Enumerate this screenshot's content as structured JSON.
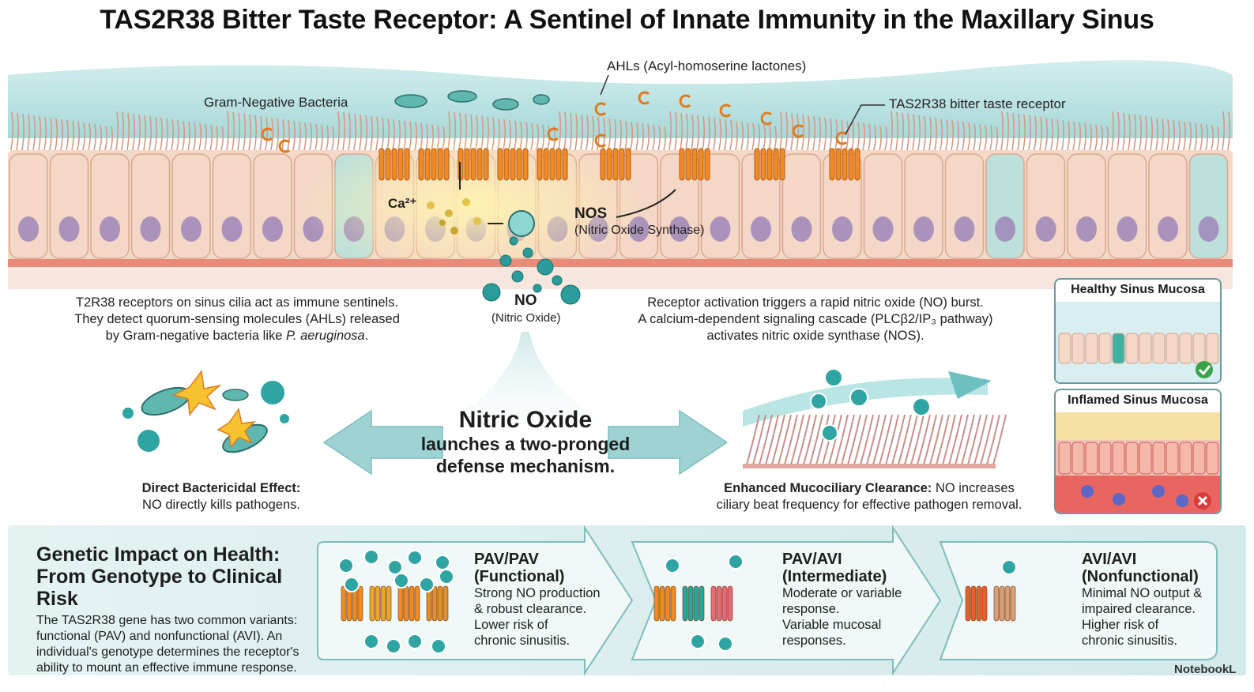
{
  "title": "TAS2R38 Bitter Taste Receptor: A Sentinel of Innate Immunity in the Maxillary Sinus",
  "labels": {
    "ahls": "AHLs (Acyl-homoserine lactones)",
    "gram_negative": "Gram-Negative Bacteria",
    "receptor": "TAS2R38 bitter taste receptor",
    "calcium": "Ca²⁺",
    "nos": "NOS",
    "nos_full": "(Nitric Oxide Synthase)",
    "no": "NO",
    "no_full": "(Nitric Oxide)",
    "no_molecule": "NO"
  },
  "paragraphs": {
    "left": [
      "T2R38 receptors on sinus cilia act as immune sentinels.",
      "They detect quorum-sensing molecules (AHLs) released",
      "by Gram-negative bacteria like "
    ],
    "left_italic": "P. aeruginosa",
    "left_end": ".",
    "right": [
      "Receptor activation triggers a rapid nitric oxide (NO) burst.",
      "A calcium-dependent signaling cascade (PLCβ2/IP₃ pathway)",
      "activates nitric oxide synthase (NOS)."
    ]
  },
  "center": {
    "title": "Nitric Oxide",
    "subtitle_1": "launches a two-pronged",
    "subtitle_2": "defense mechanism."
  },
  "effects": {
    "left_bold": "Direct Bactericidal Effect:",
    "left_text": "NO directly kills pathogens.",
    "right_bold": "Enhanced Mucociliary Clearance:",
    "right_text": " NO increases",
    "right_text_2": "ciliary beat frequency for effective pathogen removal."
  },
  "thumbnails": {
    "healthy": "Healthy Sinus Mucosa",
    "inflamed": "Inflamed Sinus Mucosa"
  },
  "genetic": {
    "title_1": "Genetic Impact on Health:",
    "title_2": "From Genotype to Clinical Risk",
    "body": [
      "The TAS2R38 gene has two common variants:",
      "functional (PAV) and nonfunctional (AVI). An",
      "individual's genotype determines the receptor's",
      "ability to mount an effective immune response."
    ]
  },
  "genotypes": [
    {
      "name": "PAV/PAV",
      "status": "(Functional)",
      "lines": [
        "Strong NO production",
        "& robust clearance.",
        "Lower risk of",
        "chronic sinusitis."
      ]
    },
    {
      "name": "PAV/AVI",
      "status": "(Intermediate)",
      "lines": [
        "Moderate or variable",
        "response.",
        "Variable mucosal",
        "responses."
      ]
    },
    {
      "name": "AVI/AVI",
      "status": "(Nonfunctional)",
      "lines": [
        "Minimal NO output &",
        "impaired clearance.",
        "Higher risk of",
        "chronic sinusitis."
      ]
    }
  ],
  "brand": "NotebookL",
  "colors": {
    "mucus": "#bfe3e3",
    "cell": "#f4d7c6",
    "receptor": "#f08a24",
    "no_teal": "#2a9d9a",
    "arrow": "#8cc9c9",
    "panel": "#e3f1f1"
  }
}
